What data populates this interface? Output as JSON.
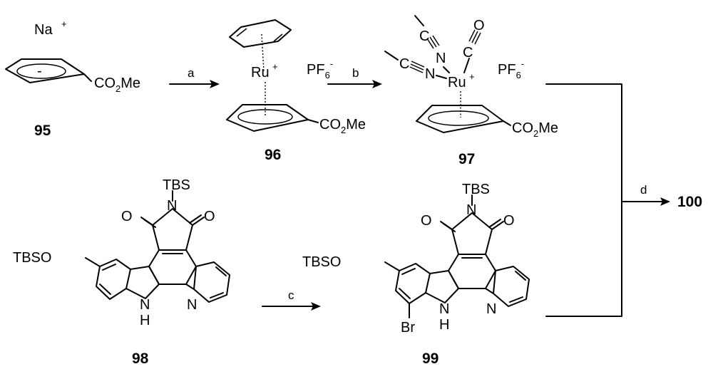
{
  "compound_95": {
    "counterion": "Na",
    "counterion_charge": "+",
    "ring_charge": "-",
    "substituent": "CO",
    "substituent_sub": "2",
    "substituent_tail": "Me",
    "number": "95"
  },
  "compound_96": {
    "metal": "Ru",
    "metal_charge": "+",
    "anion": "PF",
    "anion_sub": "6",
    "anion_sup": "-",
    "substituent": "CO",
    "substituent_sub": "2",
    "substituent_tail": "Me",
    "number": "96"
  },
  "compound_97": {
    "metal": "Ru",
    "metal_charge": "+",
    "ligand_n1": "N",
    "ligand_n2": "N",
    "ligand_c1": "C",
    "ligand_c2": "C",
    "co_c": "C",
    "co_o": "O",
    "anion": "PF",
    "anion_sub": "6",
    "anion_sup": "-",
    "substituent": "CO",
    "substituent_sub": "2",
    "substituent_tail": "Me",
    "number": "97"
  },
  "compound_98": {
    "n_protect": "TBS",
    "imide_n": "N",
    "oxo_left": "O",
    "oxo_right": "O",
    "o_protect": "TBSO",
    "indole_n": "N",
    "indole_h": "H",
    "pyridine_n": "N",
    "number": "98"
  },
  "compound_99": {
    "n_protect": "TBS",
    "imide_n": "N",
    "oxo_left": "O",
    "oxo_right": "O",
    "o_protect": "TBSO",
    "indole_n": "N",
    "indole_h": "H",
    "pyridine_n": "N",
    "halogen": "Br",
    "number": "99"
  },
  "conditions": {
    "step_a": "a",
    "step_b": "b",
    "step_c": "c",
    "step_d": "d"
  },
  "product": {
    "number": "100"
  }
}
